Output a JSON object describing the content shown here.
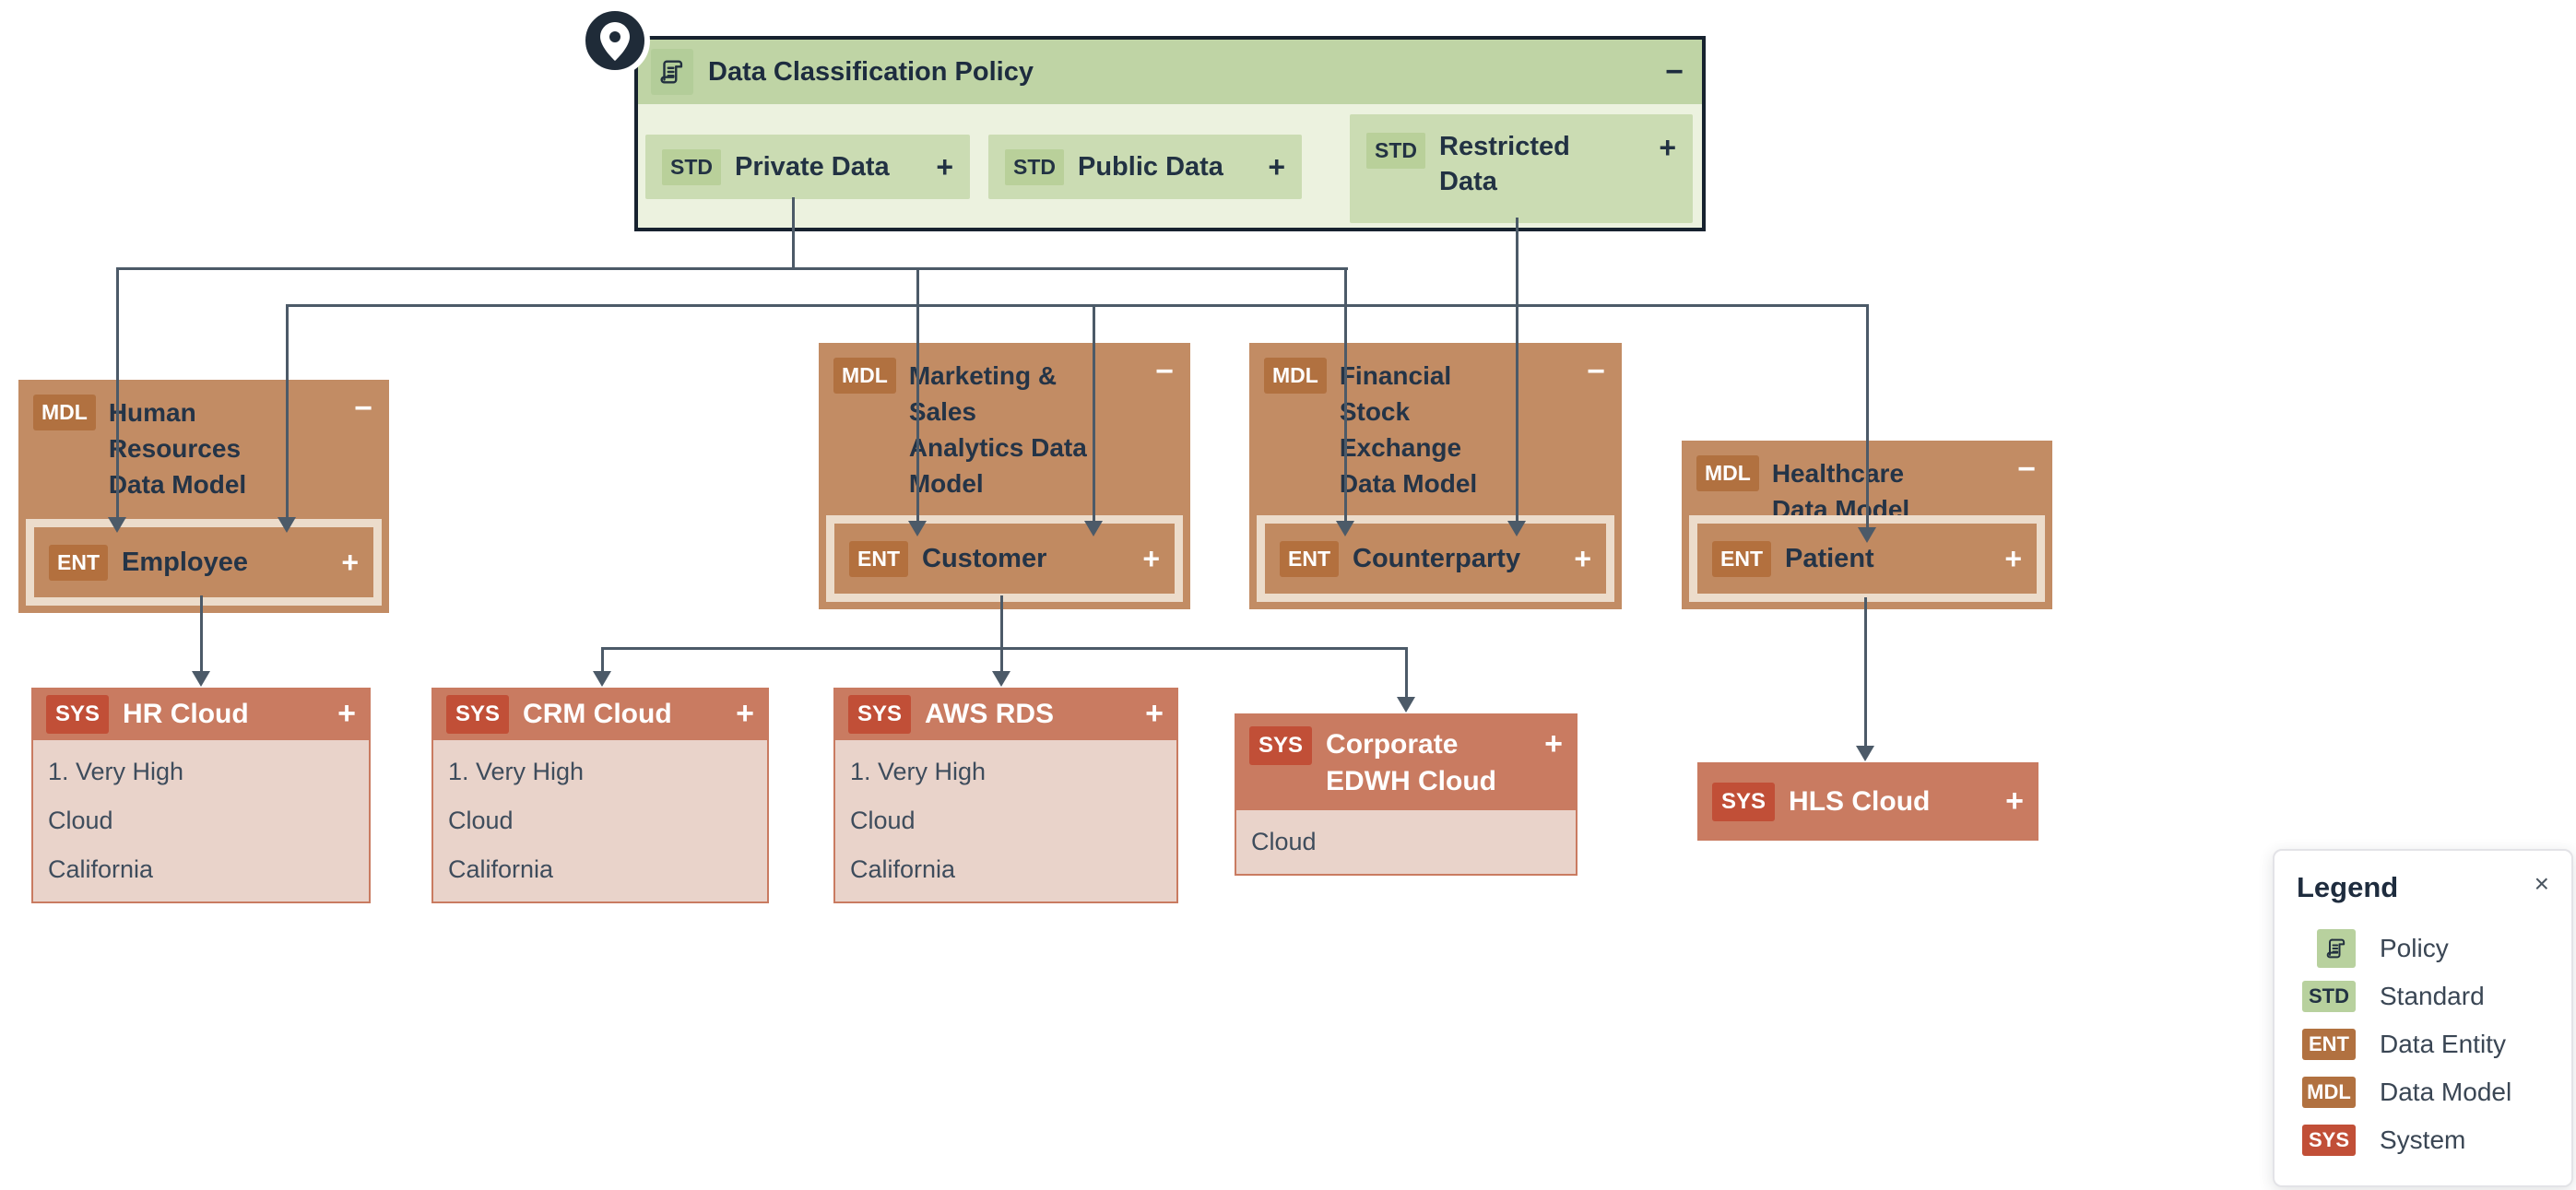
{
  "ui": {
    "minus": "−",
    "plus": "+"
  },
  "colors": {
    "policy_border": "#17222f",
    "policy_header_green": "#bfd4a5",
    "policy_body_green": "#ecf2df",
    "standard_chip_green": "#cbdcb3",
    "model_brown": "#c28c64",
    "tag_brown": "#b17140",
    "entity_wrap_cream": "#ecdccb",
    "system_salmon": "#c97b61",
    "system_tag_red": "#c14f37",
    "system_body_pink": "#e9d3ca",
    "connector_slate": "#4c5a68",
    "title_navy": "#243447"
  },
  "policy": {
    "tag_icon": "scroll-icon",
    "title": "Data Classification Policy",
    "standards": [
      {
        "tag": "STD",
        "label": "Private Data",
        "action": "+"
      },
      {
        "tag": "STD",
        "label": "Public Data",
        "action": "+"
      },
      {
        "tag": "STD",
        "label": "Restricted Data",
        "action": "+"
      }
    ]
  },
  "models": [
    {
      "tag": "MDL",
      "title": "Human Resources Data Model",
      "collapse": "−",
      "entity": {
        "tag": "ENT",
        "label": "Employee",
        "action": "+"
      }
    },
    {
      "tag": "MDL",
      "title": "Marketing & Sales Analytics Data Model",
      "collapse": "−",
      "entity": {
        "tag": "ENT",
        "label": "Customer",
        "action": "+"
      }
    },
    {
      "tag": "MDL",
      "title": "Financial Stock Exchange Data Model",
      "collapse": "−",
      "entity": {
        "tag": "ENT",
        "label": "Counterparty",
        "action": "+"
      }
    },
    {
      "tag": "MDL",
      "title": "Healthcare Data Model",
      "collapse": "−",
      "entity": {
        "tag": "ENT",
        "label": "Patient",
        "action": "+"
      }
    }
  ],
  "systems": [
    {
      "tag": "SYS",
      "title": "HR Cloud",
      "action": "+",
      "attributes": [
        "1. Very High",
        "Cloud",
        "California"
      ]
    },
    {
      "tag": "SYS",
      "title": "CRM Cloud",
      "action": "+",
      "attributes": [
        "1. Very High",
        "Cloud",
        "California"
      ]
    },
    {
      "tag": "SYS",
      "title": "AWS RDS",
      "action": "+",
      "attributes": [
        "1. Very High",
        "Cloud",
        "California"
      ]
    },
    {
      "tag": "SYS",
      "title": "Corporate EDWH Cloud",
      "action": "+",
      "attributes": [
        "Cloud"
      ]
    },
    {
      "tag": "SYS",
      "title": "HLS Cloud",
      "action": "+",
      "attributes": []
    }
  ],
  "legend": {
    "title": "Legend",
    "close": "×",
    "items": [
      {
        "chip": "policy-icon",
        "label": "Policy"
      },
      {
        "chip": "STD",
        "label": "Standard"
      },
      {
        "chip": "ENT",
        "label": "Data Entity"
      },
      {
        "chip": "MDL",
        "label": "Data Model"
      },
      {
        "chip": "SYS",
        "label": "System"
      }
    ]
  }
}
